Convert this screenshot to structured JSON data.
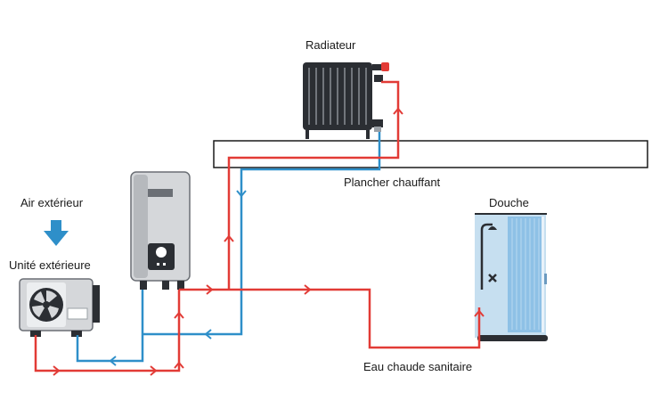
{
  "labels": {
    "radiator": "Radiateur",
    "floor_heating": "Plancher chauffant",
    "shower": "Douche",
    "outside_air": "Air extérieur",
    "outdoor_unit": "Unité extérieure",
    "domestic_hot_water": "Eau chaude sanitaire"
  },
  "colors": {
    "hot_pipe": "#e23b36",
    "cold_pipe": "#2e8fc9",
    "air_arrow": "#2e8fc9",
    "unit_body": "#d5d7da",
    "dark": "#2b2e33"
  },
  "icons": {
    "fan": "fan-icon",
    "air": "arrow-down-icon",
    "valve": "valve-icon",
    "shower_head": "shower-head-icon"
  }
}
